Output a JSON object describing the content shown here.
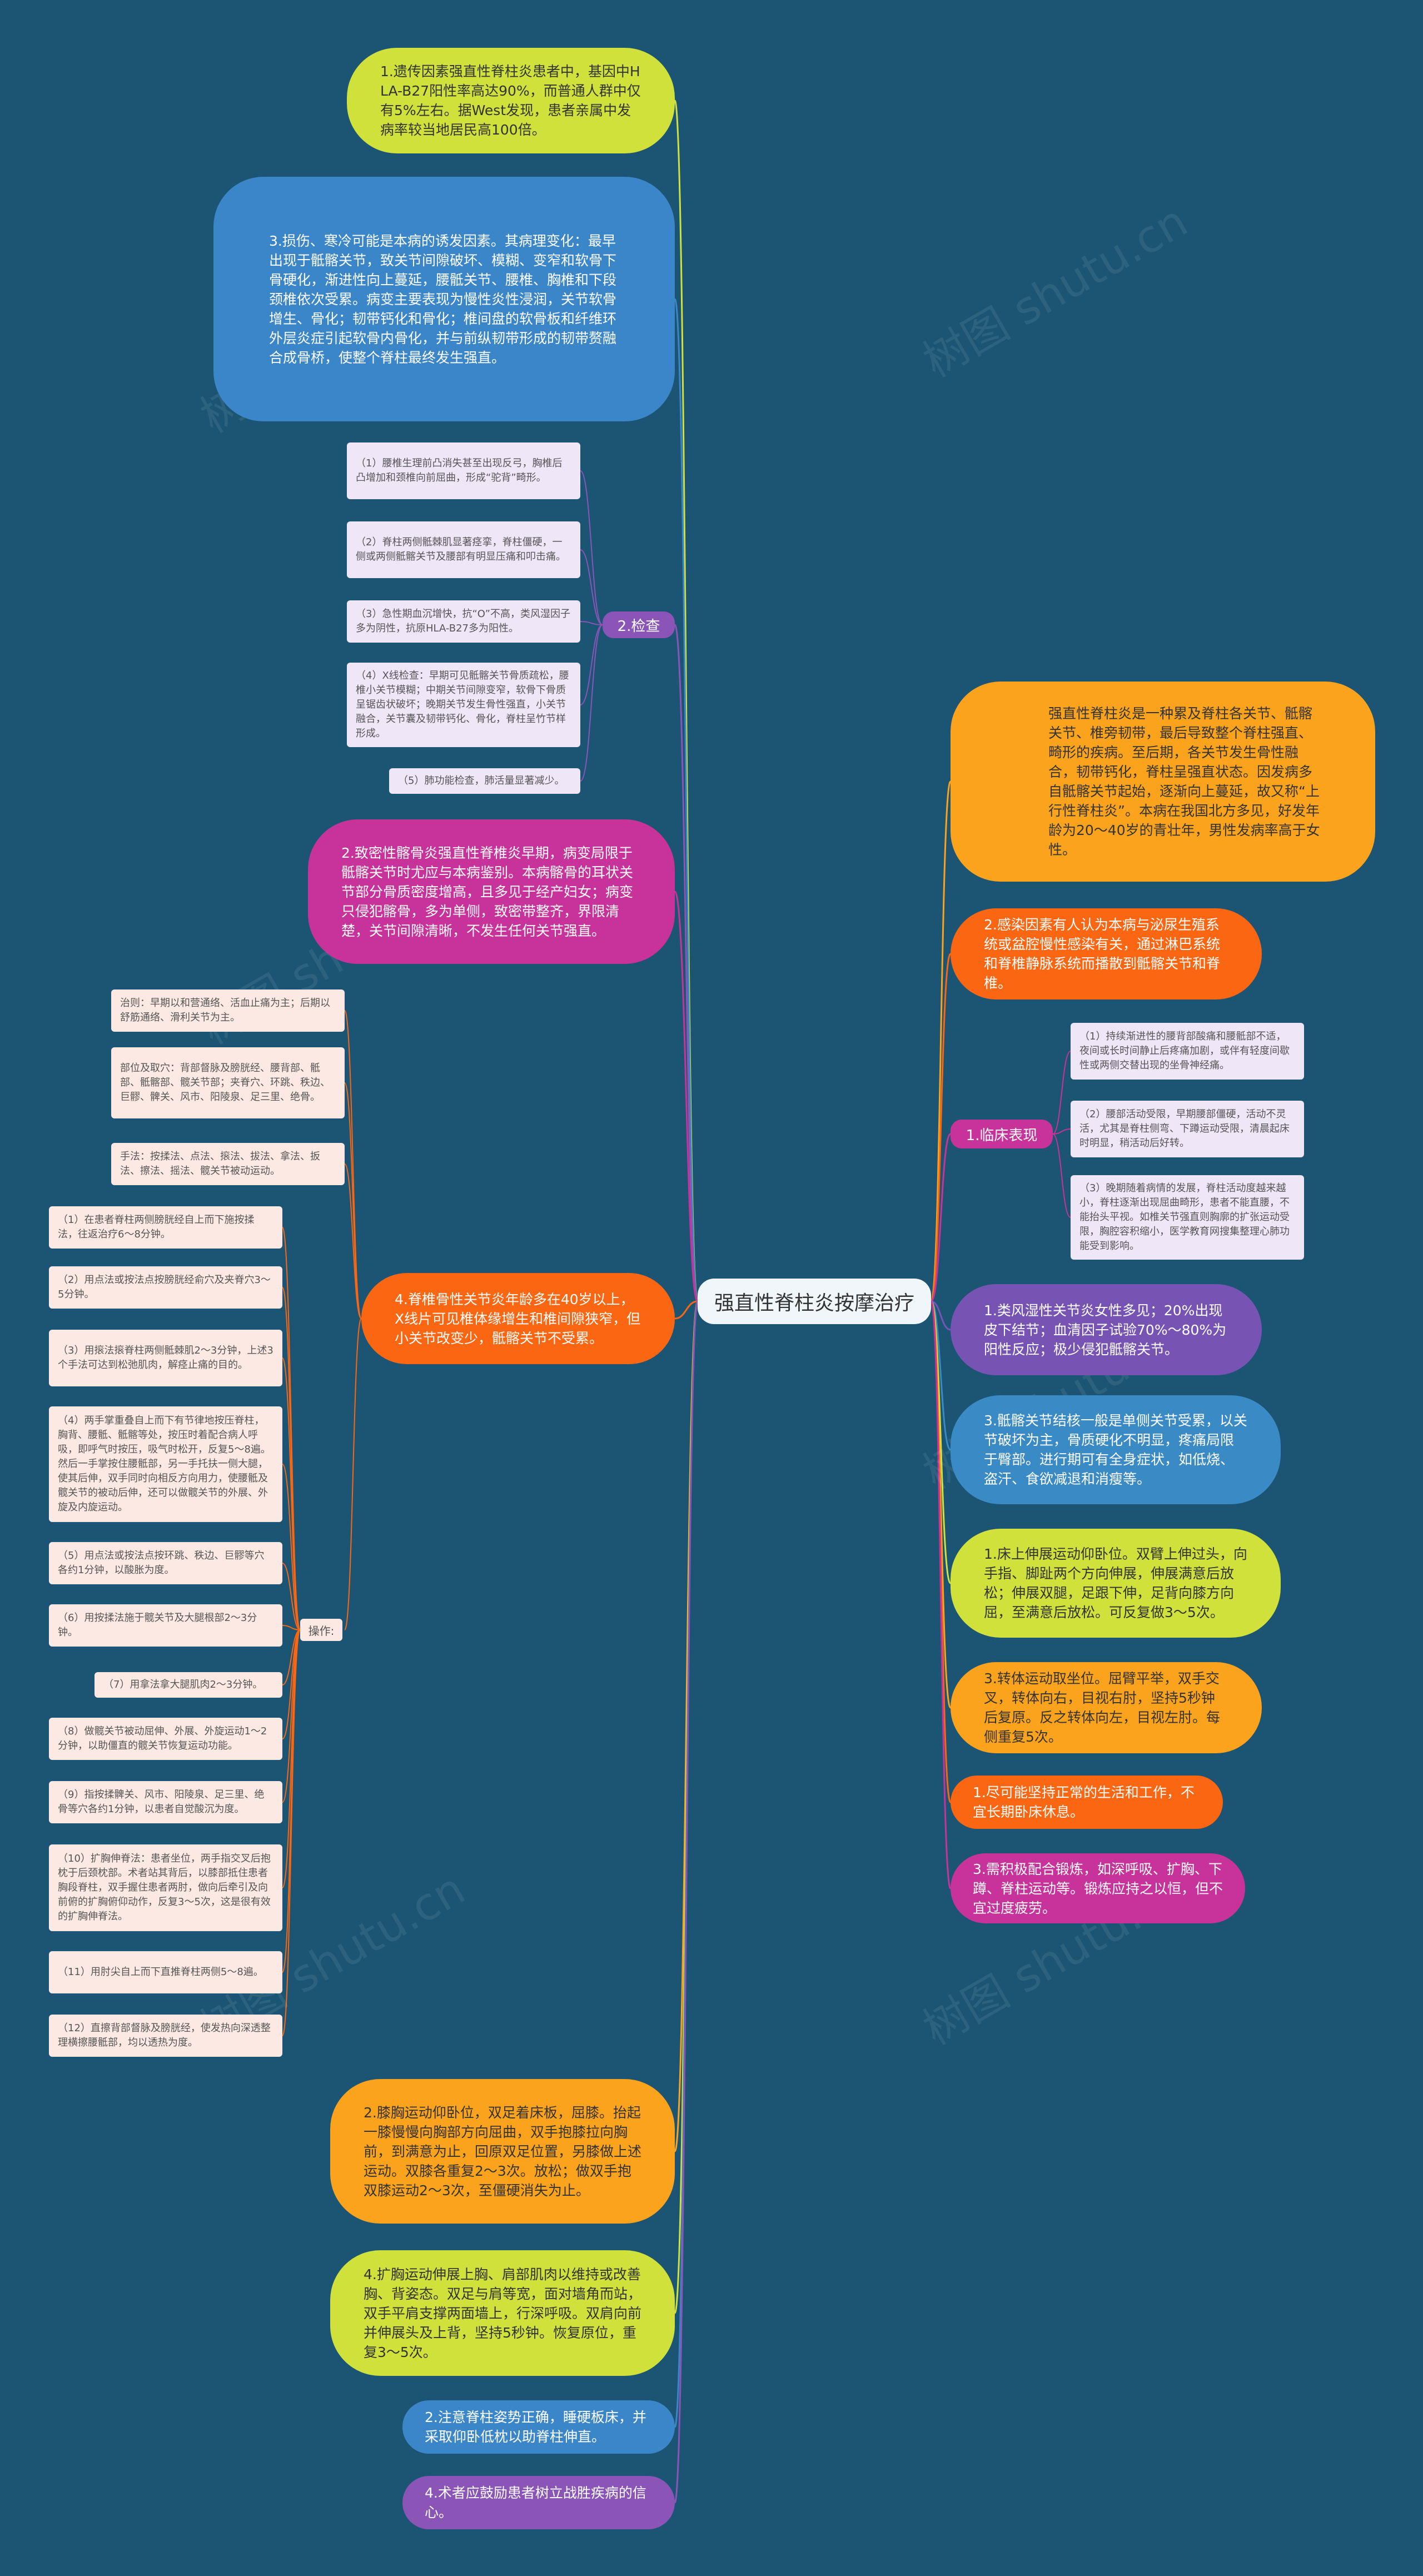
{
  "colors": {
    "background": "#1b5573",
    "yellow": "#cfe13a",
    "blue": "#3b86c9",
    "magenta": "#c8339b",
    "orange": "#fa6612",
    "amber": "#fba31d",
    "purple": "#7754b4",
    "steel": "#3a8ac5",
    "violet": "#8a55b7",
    "lightpink": "#fde9e3",
    "lightpurple": "#efe6f8"
  },
  "center": "强直性脊柱炎按摩治疗",
  "watermark": "树图 shutu.cn",
  "left": {
    "n1": "1.遗传因素强直性脊柱炎患者中，基因中HLA-B27阳性率高达90%，而普通人群中仅有5%左右。据West发现，患者亲属中发病率较当地居民高100倍。",
    "n3": "3.损伤、寒冷可能是本病的诱发因素。其病理变化：最早出现于骶髂关节，致关节间隙破坏、模糊、变窄和软骨下骨硬化，渐进性向上蔓延，腰骶关节、腰椎、胸椎和下段颈椎依次受累。病变主要表现为慢性炎性浸润，关节软骨增生、骨化；韧带钙化和骨化；椎间盘的软骨板和纤维环外层炎症引起软骨内骨化，并与前纵韧带形成的韧带赘融合成骨桥，使整个脊柱最终发生强直。",
    "jiancha": {
      "label": "2.检查",
      "items": [
        "（1）腰椎生理前凸消失甚至出现反弓，胸椎后凸增加和颈椎向前屈曲，形成“驼背”畸形。",
        "（2）脊柱两侧骶棘肌显著痉挛，脊柱僵硬，一侧或两侧骶髂关节及腰部有明显压痛和叩击痛。",
        "（3）急性期血沉增快，抗“O”不高，类风湿因子多为阴性，抗原HLA-B27多为阳性。",
        "（4）X线检查：早期可见骶髂关节骨质疏松，腰椎小关节模糊；中期关节间隙变窄，软骨下骨质呈锯齿状破坏；晚期关节发生骨性强直，小关节融合，关节囊及韧带钙化、骨化，脊柱呈竹节样形成。",
        "（5）肺功能检查，肺活量显著减少。"
      ]
    },
    "n2b": "2.致密性髂骨炎强直性脊椎炎早期，病变局限于骶髂关节时尤应与本病鉴别。本病髂骨的耳状关节部分骨质密度增高，且多见于经产妇女；病变只侵犯髂骨，多为单侧，致密带整齐，界限清楚，关节间隙清晰，不发生任何关节强直。",
    "treat": [
      "治则：早期以和营通络、活血止痛为主；后期以舒筋通络、滑利关节为主。",
      "部位及取穴：背部督脉及膀胱经、腰背部、骶部、骶髂部、髋关节部；夹脊穴、环跳、秩边、巨髎、髀关、风市、阳陵泉、足三里、绝骨。",
      "手法：按揉法、点法、㨰法、拔法、拿法、扳法、擦法、摇法、髋关节被动运动。"
    ],
    "n4": "4.脊椎骨性关节炎年龄多在40岁以上，X线片可见椎体缘增生和椎间隙狭窄，但小关节改变少，骶髂关节不受累。",
    "caozuo": {
      "label": "操作:",
      "items": [
        "（1）在患者脊柱两侧膀胱经自上而下施按揉法，往返治疗6～8分钟。",
        "（2）用点法或按法点按膀胱经俞穴及夹脊穴3～5分钟。",
        "（3）用㨰法㨰脊柱两侧骶棘肌2～3分钟，上述3个手法可达到松弛肌肉，解痉止痛的目的。",
        "（4）两手掌重叠自上而下有节律地按压脊柱，胸背、腰骶、骶髂等处，按压时着配合病人呼吸，即呼气时按压，吸气时松开，反复5～8遍。然后一手掌按住腰骶部，另一手托扶一侧大腿，使其后伸，双手同时向相反方向用力，使腰骶及髋关节的被动后伸，还可以做髋关节的外展、外旋及内旋运动。",
        "（5）用点法或按法点按环跳、秩边、巨髎等穴各约1分钟，以酸胀为度。",
        "（6）用按揉法施于髋关节及大腿根部2～3分钟。",
        "（7）用拿法拿大腿肌肉2～3分钟。",
        "（8）做髋关节被动屈伸、外展、外旋运动1～2分钟，以助僵直的髋关节恢复运动功能。",
        "（9）指按揉髀关、风市、阳陵泉、足三里、绝骨等穴各约1分钟，以患者自觉酸沉为度。",
        "（10）扩胸伸脊法：患者坐位，两手指交叉后抱枕于后颈枕部。术者站其背后，以膝部抵住患者胸段脊柱，双手握住患者两肘，做向后牵引及向前俯的扩胸俯仰动作，反复3～5次，这是很有效的扩胸伸脊法。",
        "（11）用肘尖自上而下直推脊柱两侧5～8遍。",
        "（12）直擦背部督脉及膀胱经，使发热向深透整理横擦腰骶部，均以透热为度。"
      ]
    },
    "n2c": "2.膝胸运动仰卧位，双足着床板，屈膝。抬起一膝慢慢向胸部方向屈曲，双手抱膝拉向胸前，到满意为止，回原双足位置，另膝做上述运动。双膝各重复2～3次。放松；做双手抱双膝运动2～3次，至僵硬消失为止。",
    "n4b": "4.扩胸运动伸展上胸、肩部肌肉以维持或改善胸、背姿态。双足与肩等宽，面对墙角而站，双手平肩支撑两面墙上，行深呼吸。双肩向前并伸展头及上背，坚持5秒钟。恢复原位，重复3～5次。",
    "n2d": "2.注意脊柱姿势正确，睡硬板床，并采取仰卧低枕以助脊柱伸直。",
    "n4c": "4.术者应鼓励患者树立战胜疾病的信心。"
  },
  "right": {
    "intro": "强直性脊柱炎是一种累及脊柱各关节、骶髂关节、椎旁韧带，最后导致整个脊柱强直、畸形的疾病。至后期，各关节发生骨性融合，韧带钙化，脊柱呈强直状态。因发病多自骶髂关节起始，逐渐向上蔓延，故又称“上行性脊柱炎”。本病在我国北方多见，好发年龄为20～40岁的青壮年，男性发病率高于女性。",
    "n2": "2.感染因素有人认为本病与泌尿生殖系统或盆腔慢性感染有关，通过淋巴系统和脊椎静脉系统而播散到骶髂关节和脊椎。",
    "clinical": {
      "label": "1.临床表现",
      "items": [
        "（1）持续渐进性的腰背部酸痛和腰骶部不适，夜间或长时间静止后疼痛加剧，或伴有轻度间歇性或两侧交替出现的坐骨神经痛。",
        "（2）腰部活动受限，早期腰部僵硬，活动不灵活，尤其是脊柱侧弯、下蹲运动受限，清晨起床时明显，稍活动后好转。",
        "（3）晚期随着病情的发展，脊柱活动度越来越小，脊柱逐渐出现屈曲畸形，患者不能直腰，不能抬头平视。如椎关节强直则胸廓的扩张运动受限，胸腔容积缩小，医学教育网搜集整理心肺功能受到影响。"
      ]
    },
    "n1b": "1.类风湿性关节炎女性多见；20%出现皮下结节；血清因子试验70%～80%为阳性反应；极少侵犯骶髂关节。",
    "n3b": "3.骶髂关节结核一般是单侧关节受累，以关节破坏为主，骨质硬化不明显，疼痛局限于臀部。进行期可有全身症状，如低烧、盗汗、食欲减退和消瘦等。",
    "n1c": "1.床上伸展运动仰卧位。双臂上伸过头，向手指、脚趾两个方向伸展，伸展满意后放松；伸展双腿，足跟下伸，足背向膝方向屈，至满意后放松。可反复做3～5次。",
    "n3c": "3.转体运动取坐位。屈臂平举，双手交叉，转体向右，目视右肘，坚持5秒钟后复原。反之转体向左，目视左肘。每侧重复5次。",
    "n1d": "1.尽可能坚持正常的生活和工作，不宜长期卧床休息。",
    "n3d": "3.需积极配合锻炼，如深呼吸、扩胸、下蹲、脊柱运动等。锻炼应持之以恒，但不宜过度疲劳。"
  }
}
